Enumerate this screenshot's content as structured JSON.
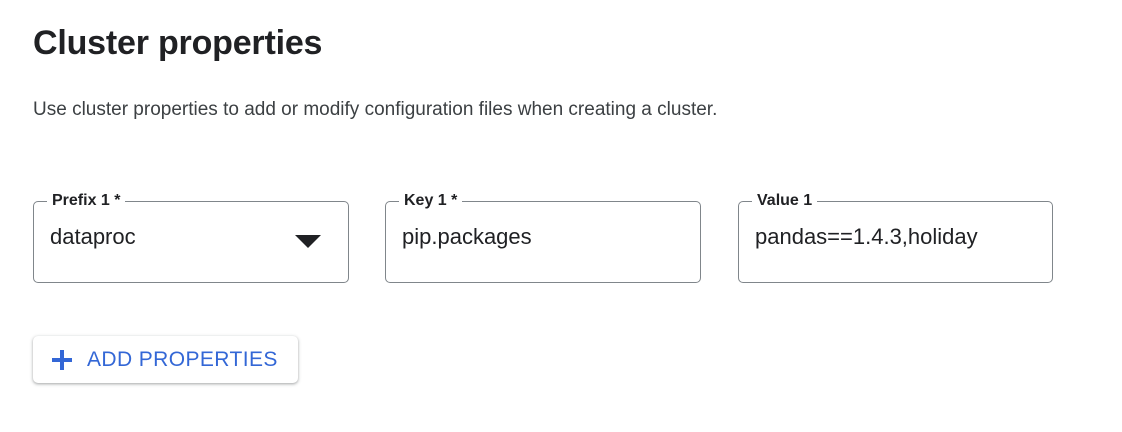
{
  "page": {
    "title": "Cluster properties",
    "description": "Use cluster properties to add or modify configuration files when creating a cluster.",
    "background_color": "#ffffff",
    "text_color": "#202124",
    "accent_color": "#3367d6",
    "field_border_color": "#80868b"
  },
  "form": {
    "fields": [
      {
        "name": "prefix-1",
        "label": "Prefix 1 *",
        "value": "dataproc",
        "control": "select",
        "required": true,
        "icon": "chevron-down-icon"
      },
      {
        "name": "key-1",
        "label": "Key 1 *",
        "value": "pip.packages",
        "control": "text",
        "required": true
      },
      {
        "name": "value-1",
        "label": "Value 1",
        "value": "pandas==1.4.3,holiday",
        "control": "text",
        "required": false
      }
    ]
  },
  "actions": {
    "add_properties": {
      "label": "ADD PROPERTIES",
      "icon": "plus-icon"
    }
  }
}
